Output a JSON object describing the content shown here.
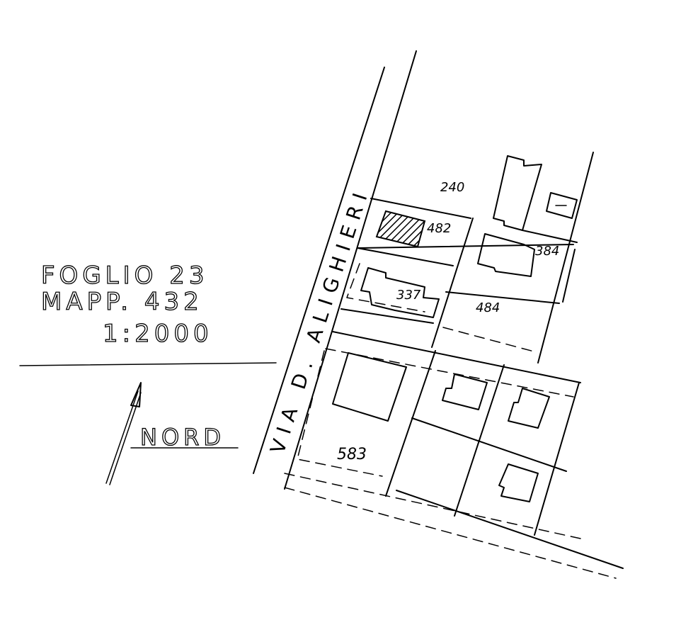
{
  "header": {
    "sheet_line": "FOGLIO 23",
    "parcel_line": "MAPP. 432",
    "scale_line": "1:2000"
  },
  "north_arrow": {
    "label": "NORD"
  },
  "street": {
    "name": "VIA D. ALIGHIERI"
  },
  "parcels": {
    "p240": "240",
    "p482": "482",
    "p384": "384",
    "p337": "337",
    "p484": "484",
    "p583": "583"
  },
  "colors": {
    "ink": "#000000",
    "paper": "#ffffff"
  }
}
